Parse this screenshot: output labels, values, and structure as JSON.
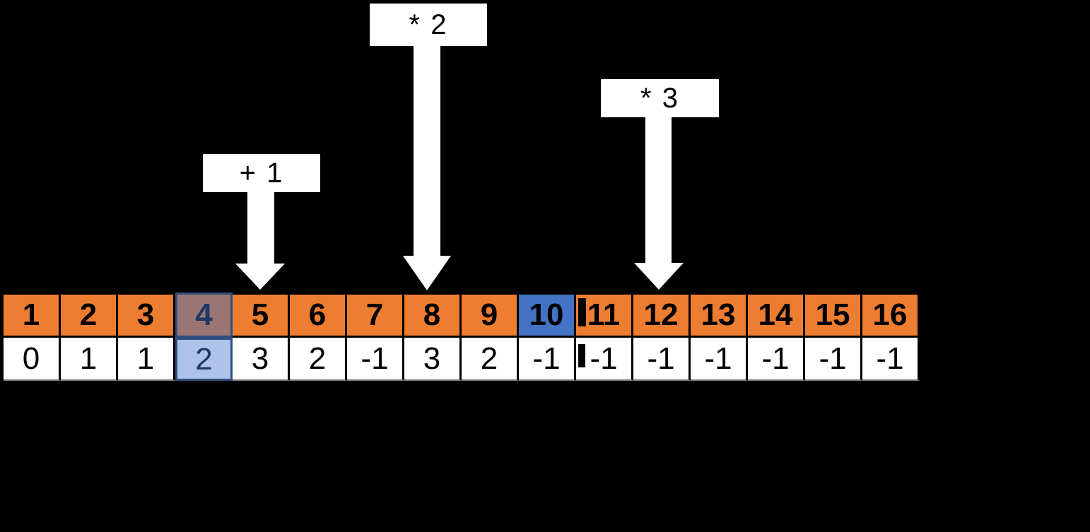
{
  "colors": {
    "background": "#000000",
    "index_cell_orange": "#ED7D31",
    "marked_cell_blue": "#4472C4",
    "selected_index_cell_fill": "#997673",
    "selected_value_cell_fill": "#AEC3E8",
    "selection_border": "#2F4E7E",
    "selection_text": "#1F3864",
    "callout_background": "#FFFFFF",
    "callout_text": "#000000",
    "cell_border": "#000000",
    "value_row_bottom_border": "#7F7F7F"
  },
  "callouts": [
    {
      "label": "+ 1",
      "points_to_index": "5"
    },
    {
      "label": "* 2",
      "points_to_index": "8"
    },
    {
      "label": "* 3",
      "points_to_index": "12"
    }
  ],
  "array_table": {
    "top_row": [
      "1",
      "2",
      "3",
      "4",
      "5",
      "6",
      "7",
      "8",
      "9",
      "10",
      "11",
      "12",
      "13",
      "14",
      "15",
      "16"
    ],
    "bottom_row": [
      "0",
      "1",
      "1",
      "2",
      "3",
      "2",
      "-1",
      "3",
      "2",
      "-1",
      "-1",
      "-1",
      "-1",
      "-1",
      "-1",
      "-1"
    ],
    "selected_index": "4",
    "blue_marked_index": "10",
    "text_cursor_index": "11"
  }
}
